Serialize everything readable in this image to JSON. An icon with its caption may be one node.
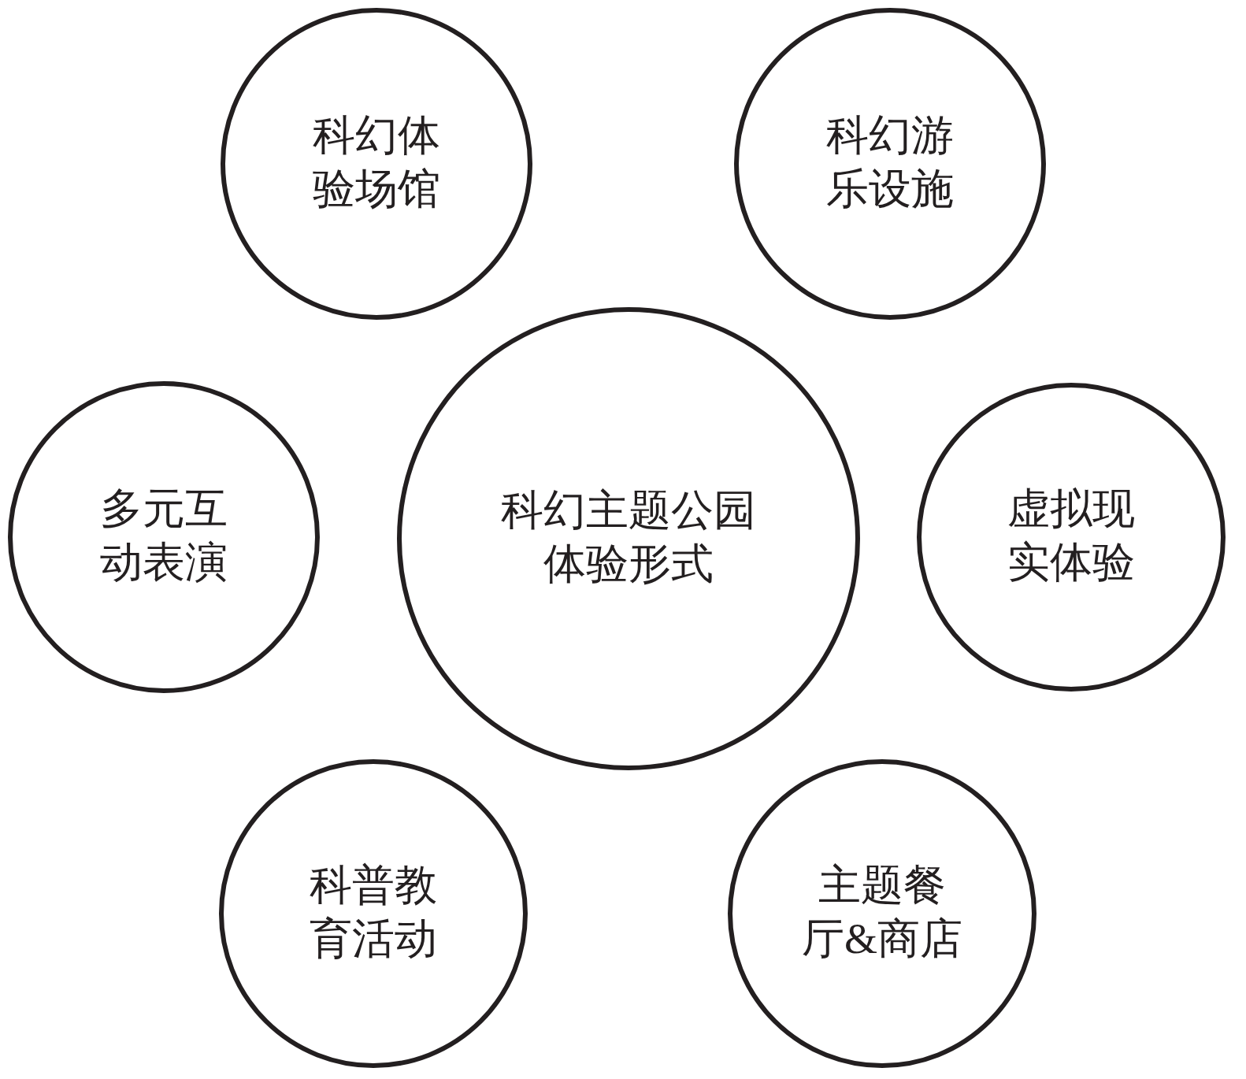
{
  "diagram": {
    "nodes": [
      {
        "text": [
          "科幻体验场馆"
        ]
      },
      {
        "text": [
          "科幻游乐设施"
        ]
      },
      {
        "text": [
          "多元互动表演"
        ]
      },
      {
        "text": [
          "科幻主题公园体验形式"
        ]
      },
      {
        "text": [
          "虚拟现实体验"
        ]
      },
      {
        "text": [
          "科普教育活动"
        ]
      },
      {
        "text": [
          "主题餐厅&商店"
        ]
      }
    ]
  }
}
